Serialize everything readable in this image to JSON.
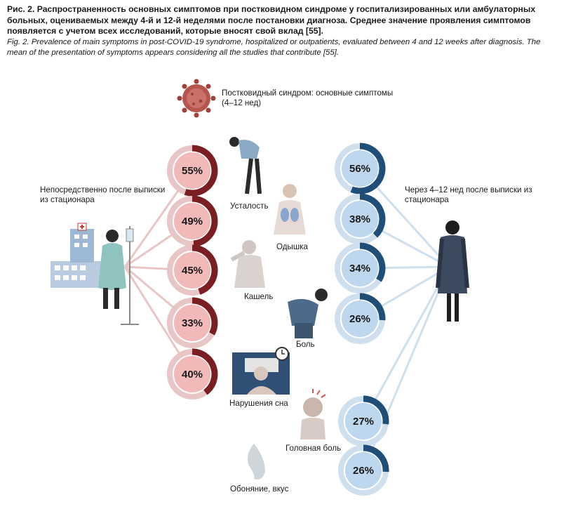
{
  "caption": {
    "ru": "Рис. 2. Распространенность основных симптомов при постковидном синдроме у госпитализированных или амбулаторных больных, оцениваемых между 4-й и 12-й неделями после постановки диагноза. Среднее значение проявления симптомов появляется с учетом всех исследований, которые вносят свой вклад [55].",
    "en": "Fig. 2. Prevalence of main symptoms in post-COVID-19 syndrome, hospitalized or outpatients, evaluated between 4 and 12 weeks after diagnosis. The mean of the presentation of symptoms appears considering all the studies that contribute [55]."
  },
  "header_title": "Постковидный синдром: основные симптомы (4–12 нед)",
  "left_group": {
    "label": "Непосредственно после выписки из стационара",
    "color": "#7b1e22",
    "fill": "#f2b9b9",
    "track": "#e9c6c6"
  },
  "right_group": {
    "label": "Через 4–12 нед после выписки из стационара",
    "color": "#1f4e79",
    "fill": "#bcd7ee",
    "track": "#cfdfee"
  },
  "symptoms": [
    {
      "label": "Усталость",
      "icon": "fatigue-figure-icon"
    },
    {
      "label": "Одышка",
      "icon": "lungs-figure-icon"
    },
    {
      "label": "Кашель",
      "icon": "cough-figure-icon"
    },
    {
      "label": "Боль",
      "icon": "pain-figure-icon"
    },
    {
      "label": "Нарушения сна",
      "icon": "sleep-figure-icon"
    },
    {
      "label": "Головная боль",
      "icon": "headache-figure-icon"
    },
    {
      "label": "Обоняние, вкус",
      "icon": "smell-taste-figure-icon"
    }
  ],
  "left_values": [
    55,
    49,
    45,
    33,
    40
  ],
  "right_values": [
    56,
    38,
    34,
    26,
    27,
    26
  ]
}
